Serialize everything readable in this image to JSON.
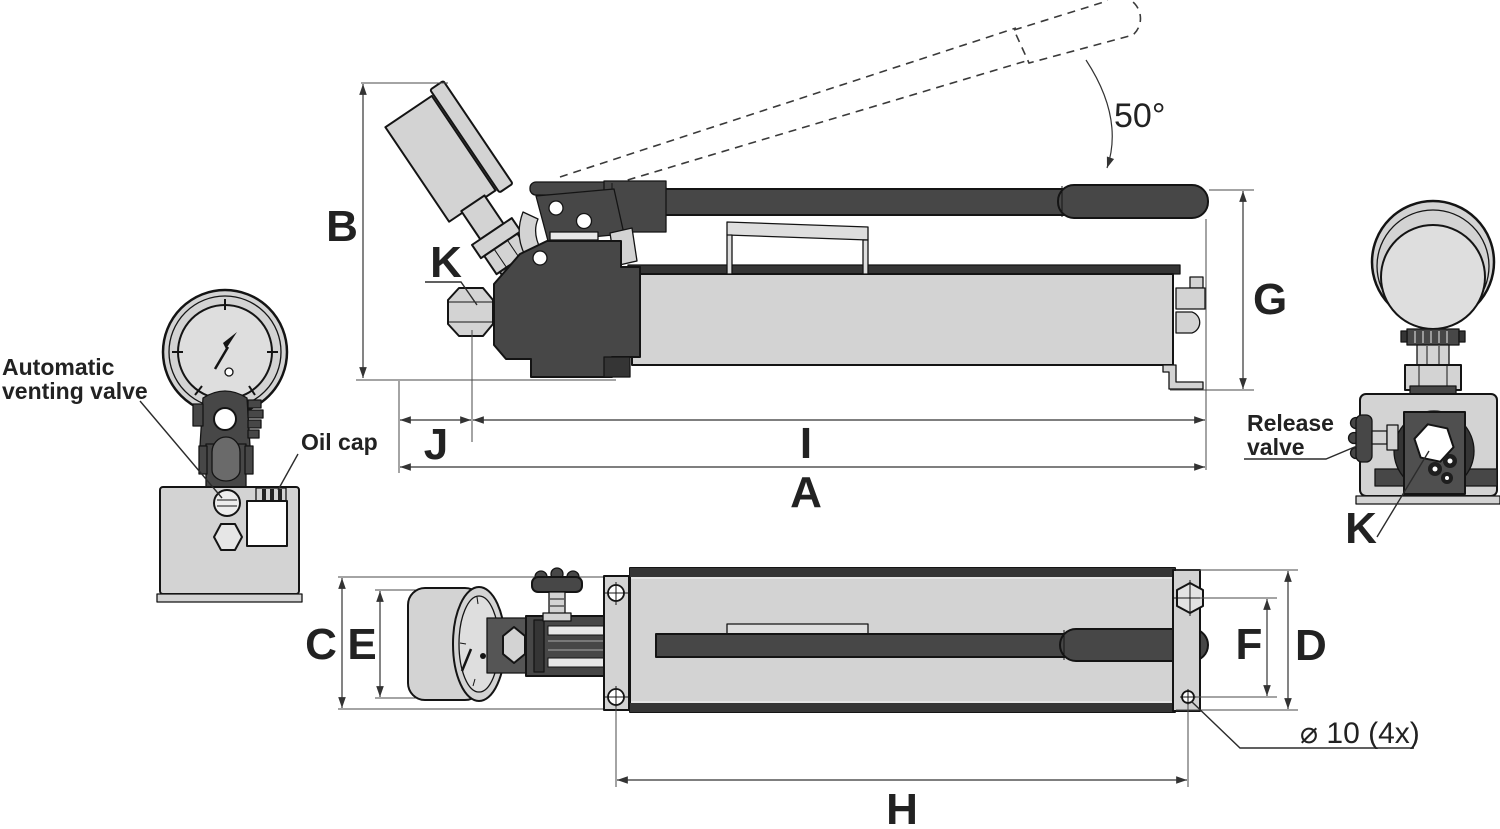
{
  "labels": {
    "a": "A",
    "b": "B",
    "c": "C",
    "d": "D",
    "e": "E",
    "f": "F",
    "g": "G",
    "h": "H",
    "i": "I",
    "j": "J",
    "k": "K"
  },
  "angle": {
    "value": "50°"
  },
  "hole_note": {
    "value": "⌀ 10 (4x)"
  },
  "callouts": {
    "venting_1": "Automatic",
    "venting_2": "venting valve",
    "oil_cap": "Oil cap",
    "release_1": "Release",
    "release_2": "valve"
  },
  "colors": {
    "background": "#ffffff",
    "body_light": "#d3d3d3",
    "body_dark": "#474747",
    "outline": "#141414",
    "dimension_line": "#333333",
    "text": "#222222"
  }
}
